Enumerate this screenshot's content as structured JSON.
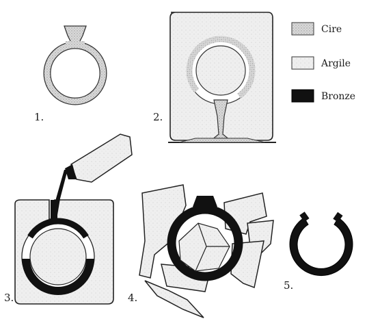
{
  "steps": [
    "1.",
    "2.",
    "3.",
    "4.",
    "5."
  ],
  "legend": [
    {
      "label": "Cire",
      "color": "#d3d3d3"
    },
    {
      "label": "Argile",
      "color": "#ececec"
    },
    {
      "label": "Bronze",
      "color": "#111111"
    }
  ]
}
